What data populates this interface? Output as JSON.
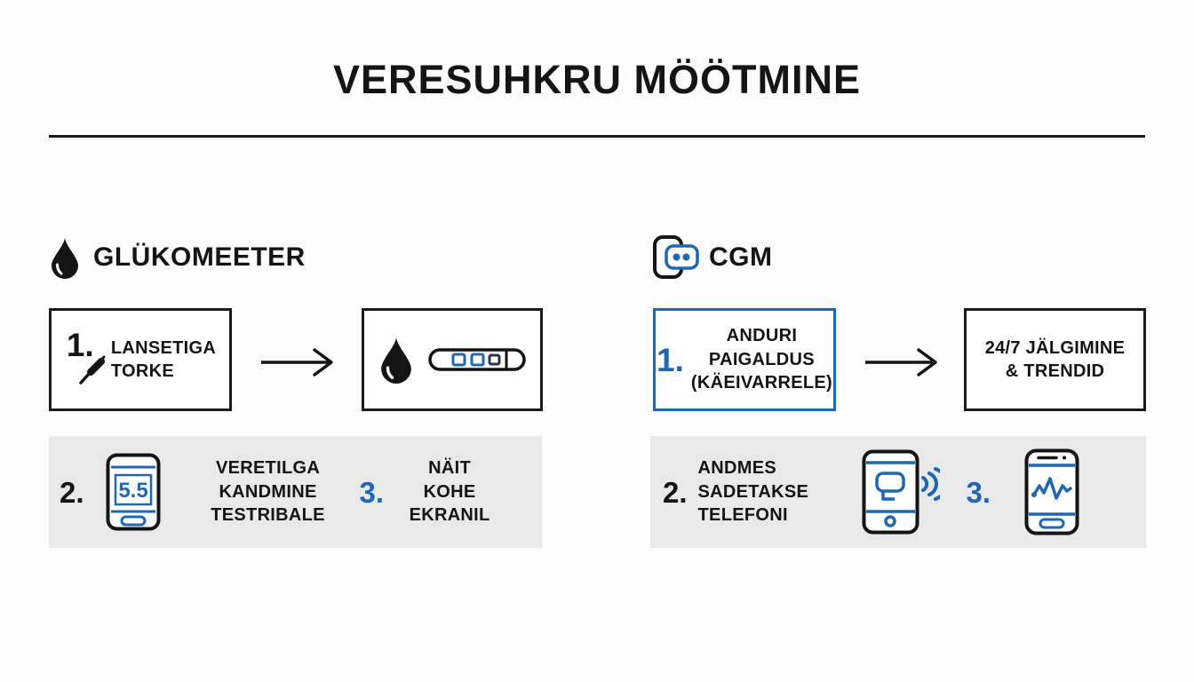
{
  "title": "VERESUHKRU MÖÖTMINE",
  "colors": {
    "accent_blue": "#1f67b1",
    "ink": "#141414",
    "strip_gray": "#e9e9e9",
    "background": "#fdfdfd"
  },
  "glucometer": {
    "heading": "GLÜKOMEETER",
    "steps": {
      "s1": {
        "num": "1.",
        "lines": [
          "LANSETIGA",
          "TORKE"
        ]
      },
      "s2": {
        "num": "2.",
        "lines": [
          "VERETILGA",
          "KANDMINE",
          "TESTRIBALE"
        ],
        "meter_value": "5.5"
      },
      "s3": {
        "num": "3.",
        "lines": [
          "NÄIT",
          "KOHE",
          "EKRANIL"
        ]
      }
    }
  },
  "cgm": {
    "heading": "CGM",
    "steps": {
      "s1": {
        "num": "1.",
        "lines": [
          "ANDURI",
          "PAIGALDUS",
          "(KÄEIVARRELE)"
        ]
      },
      "s2": {
        "num": "2.",
        "lines": [
          "ANDMES",
          "SADETAKSE",
          "TELEFONI"
        ]
      },
      "s3": {
        "num": "3."
      }
    },
    "result_lines": [
      "24/7 JÄLGIMINE",
      "& TRENDID"
    ]
  }
}
